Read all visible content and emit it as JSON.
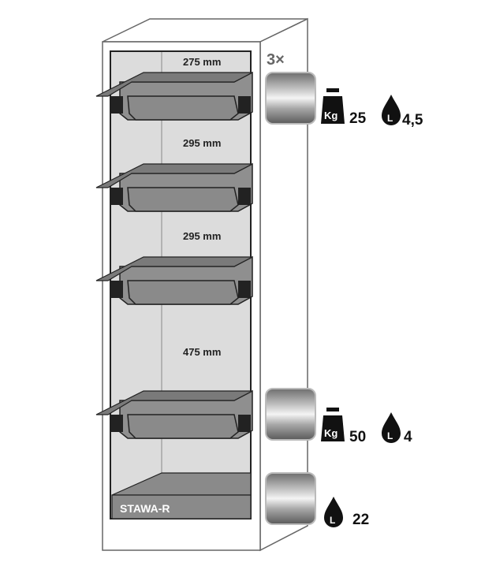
{
  "cabinet": {
    "model_label": "STAWA-R",
    "heights": [
      "275 mm",
      "295 mm",
      "295 mm",
      "475 mm"
    ]
  },
  "bins": {
    "multiplier": "3×",
    "top": {
      "weight": "25",
      "volume": "4,5",
      "weight_icon_text": "Kg",
      "volume_icon_text": "L"
    },
    "middle": {
      "weight": "50",
      "volume": "4",
      "weight_icon_text": "Kg",
      "volume_icon_text": "L"
    },
    "bottom": {
      "volume": "22",
      "volume_icon_text": "L"
    }
  },
  "colors": {
    "interior": "#dcdcdc",
    "tray": "#8a8a8a",
    "outline": "#222222"
  }
}
